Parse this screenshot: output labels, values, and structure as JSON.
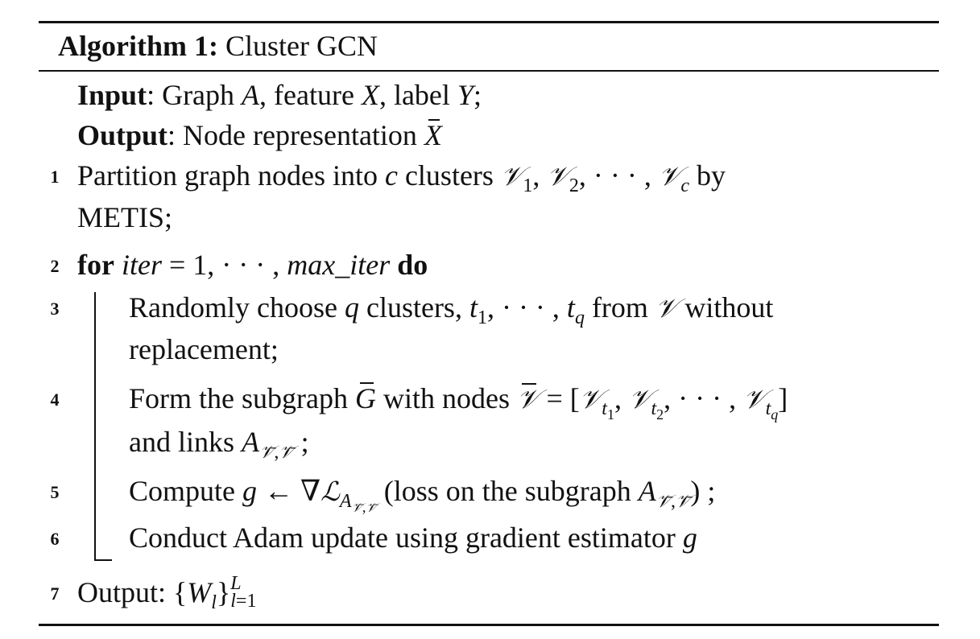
{
  "algorithm": {
    "label": "Algorithm 1:",
    "name": "Cluster GCN"
  },
  "io": {
    "input_label": "Input",
    "input_text": ": Graph A, feature X, label Y;",
    "output_label": "Output",
    "output_text": ": Node representation X̄"
  },
  "steps": [
    {
      "num": "1",
      "text": "Partition graph nodes into c clusters 𝒱1, 𝒱2, · · · , 𝒱c by",
      "cont": "METIS;"
    },
    {
      "num": "2",
      "kw_for": "for",
      "text": "iter = 1, · · · , max_iter",
      "kw_do": "do"
    },
    {
      "num": "3",
      "text": "Randomly choose q clusters, t1, · · · , tq from 𝒱 without",
      "cont": "replacement;"
    },
    {
      "num": "4",
      "text": "Form the subgraph Ḡ with nodes 𝒱̄ = [𝒱t1, 𝒱t2, · · · , 𝒱tq]",
      "cont": "and links A𝒱̄,𝒱̄ ;"
    },
    {
      "num": "5",
      "text": "Compute g ← ∇ℒA𝒱̄,𝒱̄ (loss on the subgraph A𝒱̄,𝒱̄) ;"
    },
    {
      "num": "6",
      "text": "Conduct Adam update using gradient estimator g"
    },
    {
      "num": "7",
      "text": "Output: {Wl}L l=1"
    }
  ]
}
